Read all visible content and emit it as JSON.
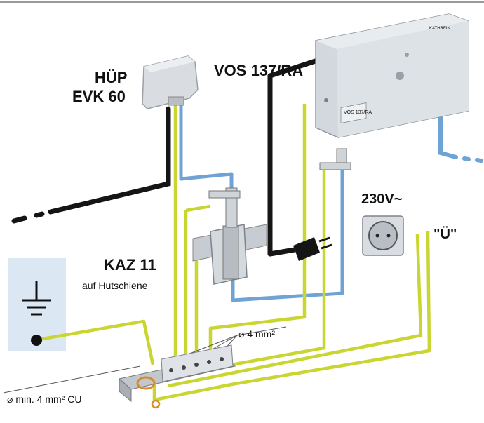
{
  "labels": {
    "hup_line1": "HÜP",
    "hup_line2": "EVK 60",
    "vos": "VOS 137/RA",
    "kaz_line1": "KAZ 11",
    "kaz_line2": "auf Hutschiene",
    "voltage": "230V~",
    "u_label": "\"Ü\"",
    "wire_4mm": "⌀ 4 mm²",
    "wire_min": "⌀ min. 4 mm² CU"
  },
  "device_print": {
    "vos_model": "VOS 137/RA",
    "vos_brand": "KATHREIN"
  },
  "icons": [
    "ground-symbol-icon",
    "socket-icon",
    "plug-icon"
  ],
  "colors": {
    "coax_blue": "#6fa3d6",
    "ground_yellow": "#c9d531",
    "cable_black": "#151515",
    "device_grey": "#d9dde2",
    "ground_panel": "#dbe7f2"
  }
}
